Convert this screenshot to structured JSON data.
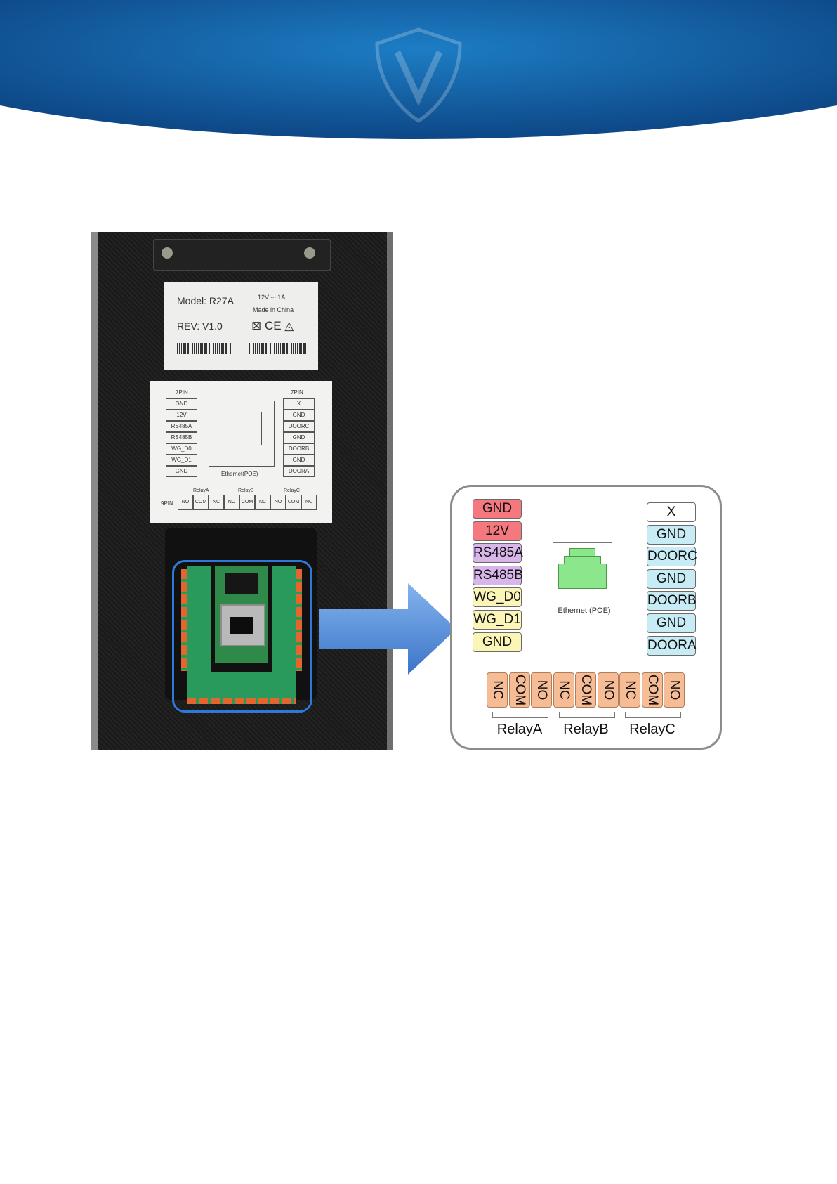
{
  "colors": {
    "banner_dark": "#0b3f7d",
    "banner_light": "#1d7dc4",
    "arrow": "#4f8bd6",
    "highlight": "#2f78d6",
    "pin_red": "#f4787e",
    "pin_purple": "#d8b6ea",
    "pin_yellow": "#fbf6b8",
    "pin_white": "#ffffff",
    "pin_cyan": "#c7ecf6",
    "pin_orange": "#f6bc96",
    "ethernet_green": "#8ce68c"
  },
  "photo": {
    "model": "Model: R27A",
    "power": "12V ⎓ 1A",
    "made_in": "Made in China",
    "revision": "REV: V1.0",
    "left_header": "7PIN",
    "right_header": "7PIN",
    "left_pins": [
      "GND",
      "12V",
      "RS485A",
      "RS485B",
      "WG_D0",
      "WG_D1",
      "GND"
    ],
    "right_pins": [
      "X",
      "GND",
      "DOORC",
      "GND",
      "DOORB",
      "GND",
      "DOORA"
    ],
    "ethernet": "Ethernet(POE)",
    "relay_headers": [
      "RelayA",
      "RelayB",
      "RelayC"
    ],
    "bottom_header": "9PIN",
    "bottom_pins": [
      "NO",
      "COM",
      "NC",
      "NO",
      "COM",
      "NC",
      "NO",
      "COM",
      "NC"
    ]
  },
  "diagram": {
    "left_pins": [
      {
        "label": "GND",
        "color": "#f4787e"
      },
      {
        "label": "12V",
        "color": "#f4787e"
      },
      {
        "label": "RS485A",
        "color": "#d8b6ea"
      },
      {
        "label": "RS485B",
        "color": "#d8b6ea"
      },
      {
        "label": "WG_D0",
        "color": "#fbf6b8"
      },
      {
        "label": "WG_D1",
        "color": "#fbf6b8"
      },
      {
        "label": "GND",
        "color": "#fbf6b8"
      }
    ],
    "right_pins": [
      {
        "label": "X",
        "color": "#ffffff"
      },
      {
        "label": "GND",
        "color": "#c7ecf6"
      },
      {
        "label": "DOORC",
        "color": "#c7ecf6"
      },
      {
        "label": "GND",
        "color": "#c7ecf6"
      },
      {
        "label": "DOORB",
        "color": "#c7ecf6"
      },
      {
        "label": "GND",
        "color": "#c7ecf6"
      },
      {
        "label": "DOORA",
        "color": "#c7ecf6"
      }
    ],
    "ethernet_label": "Ethernet (POE)",
    "relay_pins": [
      "NC",
      "COM",
      "NO",
      "NC",
      "COM",
      "NO",
      "NC",
      "COM",
      "NO"
    ],
    "relay_groups": [
      "RelayA",
      "RelayB",
      "RelayC"
    ]
  }
}
